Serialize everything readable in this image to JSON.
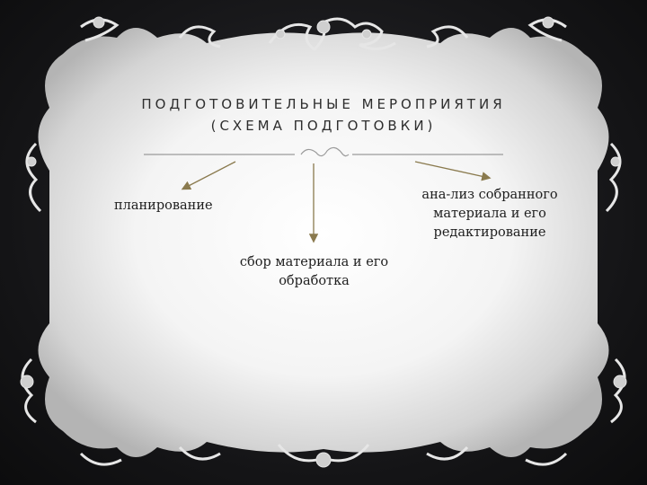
{
  "slide": {
    "title_line1": "ПОДГОТОВИТЕЛЬНЫЕ МЕРОПРИЯТИЯ",
    "title_line2": "(СХЕМА ПОДГОТОВКИ)"
  },
  "diagram": {
    "nodes": {
      "planning": "планирование",
      "collection": "сбор материала и его обработка",
      "analysis": "ана-лиз собранного материала и его редактирование"
    },
    "arrow_color": "#8a7a4e"
  }
}
